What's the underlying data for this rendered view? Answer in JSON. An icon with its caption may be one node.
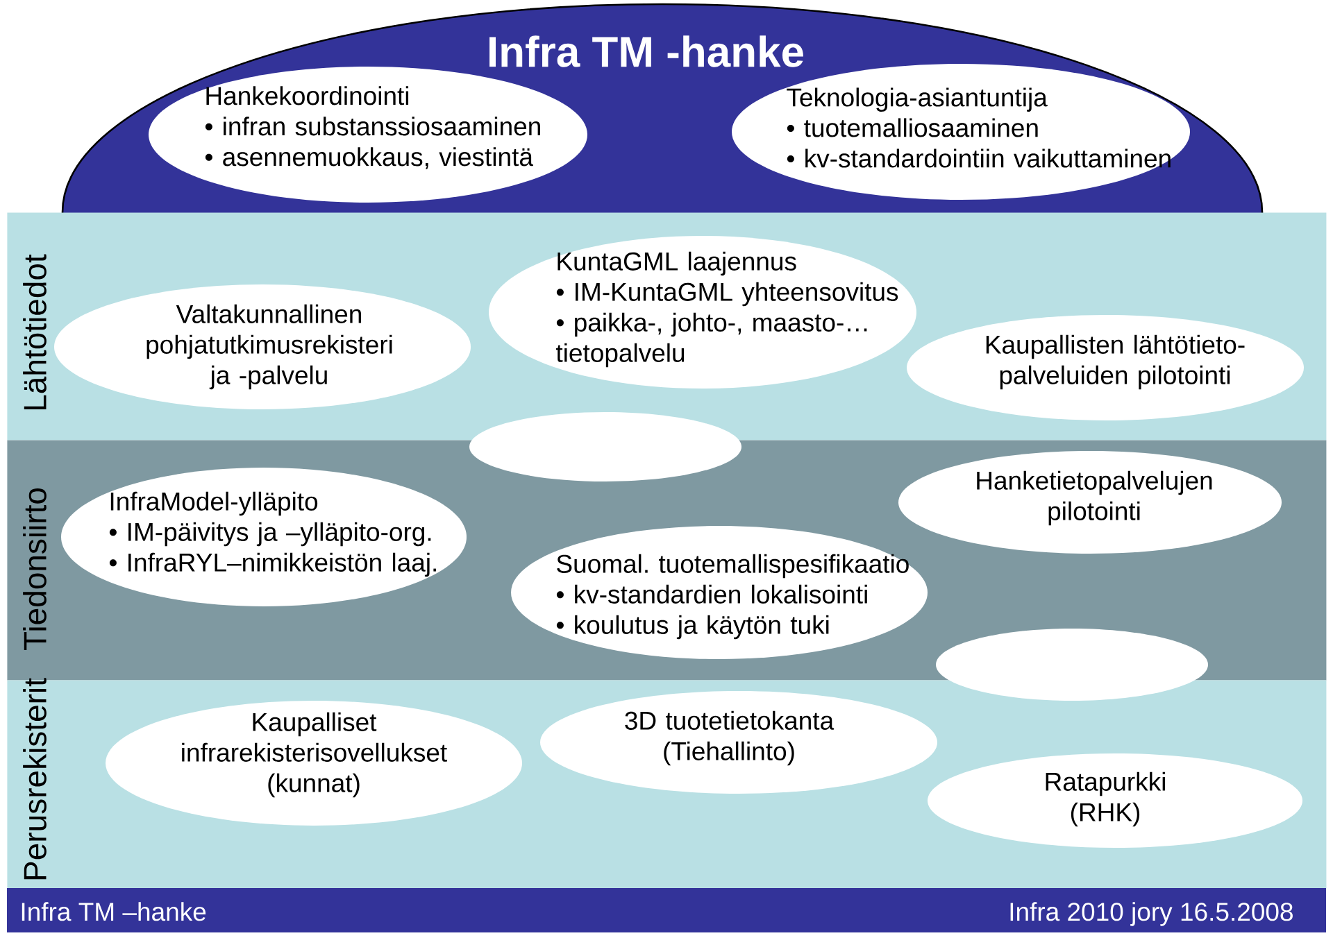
{
  "diagram": {
    "nodes": [
      {
        "text": [
          "Infra TM -hanke"
        ]
      },
      {
        "text": [
          "Hankekoordinointi",
          "• infran substanssiosaaminen",
          "• asennemuokkaus, viestintä"
        ],
        "in": 0
      },
      {
        "text": [
          "Teknologia-asiantuntija",
          "• tuotemalliosaaminen",
          "• kv-standardointiin vaikuttaminen"
        ],
        "in": 0
      },
      {
        "text": [
          "Lähtötiedot"
        ]
      },
      {
        "text": [
          "Valtakunnallinen pohjatutkimusrekisteri ja -palvelu"
        ],
        "in": 3
      },
      {
        "text": [
          "KuntaGML laajennus",
          "• IM-KuntaGML yhteensovitus",
          "• paikka-, johto-, maasto-… tietopalvelu"
        ],
        "in": 3
      },
      {
        "text": [
          "Kaupallisten lähtötieto- palveluiden pilotointi"
        ],
        "in": 3
      },
      {
        "text": [],
        "shape": "ellipse"
      },
      {
        "text": [
          "Tiedonsiirto"
        ]
      },
      {
        "text": [
          "InfraModel-ylläpito",
          "• IM-päivitys ja –ylläpito-org.",
          "• InfraRYL–nimikkeistön laaj."
        ],
        "in": 8
      },
      {
        "text": [
          "Hanketietopalvelujen pilotointi"
        ],
        "in": 8
      },
      {
        "text": [
          "Suomal. tuotemallispesifikaatio",
          "• kv-standardien lokalisointi",
          "• koulutus ja käytön tuki"
        ],
        "in": 8
      },
      {
        "text": [],
        "shape": "ellipse"
      },
      {
        "text": [
          "Perusrekisterit"
        ]
      },
      {
        "text": [
          "Kaupalliset infrarekisterisovellukset (kunnat)"
        ],
        "in": 13
      },
      {
        "text": [
          "3D tuotetietokanta (Tiehallinto)"
        ],
        "in": 13
      },
      {
        "text": [
          "Ratapurkki (RHK)"
        ],
        "in": 13
      }
    ],
    "labels": [
      "Infra TM –hanke",
      "Infra 2010 jory 16.5.2008"
    ]
  }
}
